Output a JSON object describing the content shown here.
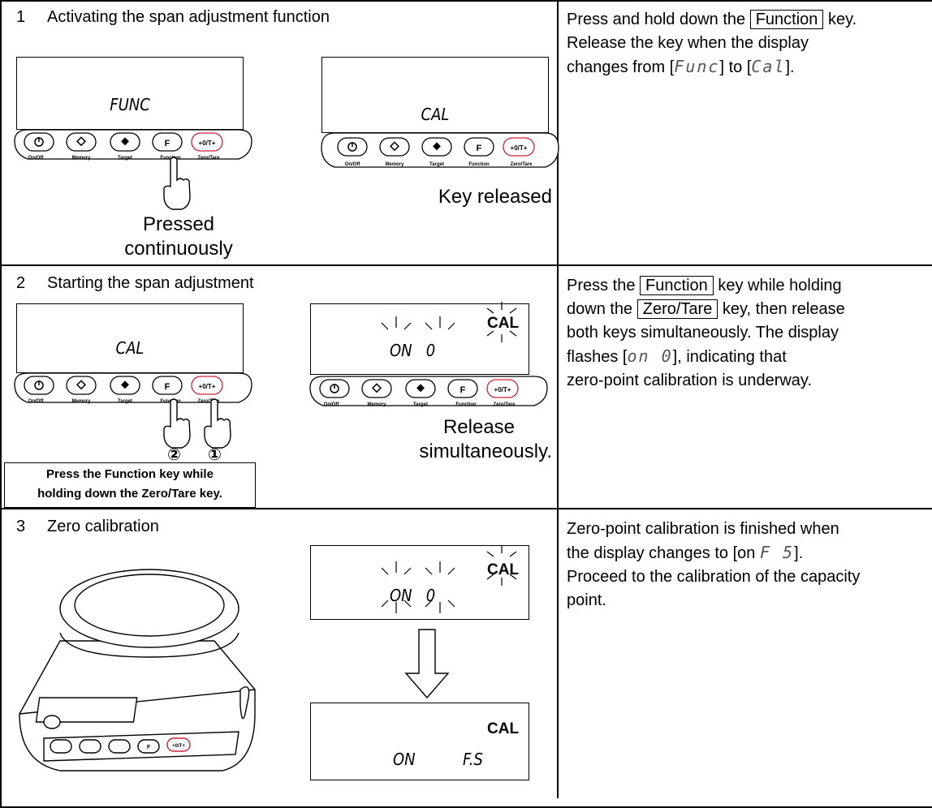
{
  "steps": [
    {
      "number": "1",
      "title": "Activating the span adjustment function",
      "desc_lines": {
        "l1_pre": "Press and hold down the ",
        "l1_key": "Function",
        "l1_post": " key.",
        "l2": "Release the key when the display",
        "l3_pre": "changes from [",
        "l3_seg1": "Func",
        "l3_mid": "] to [",
        "l3_seg2": "Cal",
        "l3_post": "]."
      },
      "display_left": "FUNC",
      "display_right": "CAL",
      "caption_pressed_1": "Pressed",
      "caption_pressed_2": "continuously",
      "caption_released": "Key released"
    },
    {
      "number": "2",
      "title": "Starting the span adjustment",
      "desc_lines": {
        "l1_pre": "Press the ",
        "l1_key": "Function",
        "l1_post": " key while holding",
        "l2_pre": "down the ",
        "l2_key": "Zero/Tare",
        "l2_post": " key, then release",
        "l3": "both keys simultaneously.  The display",
        "l4_pre": "flashes [",
        "l4_seg": "on  0",
        "l4_post": "], indicating that",
        "l5": "zero-point calibration is underway."
      },
      "display_left": "CAL",
      "display_right_main": "ON   0",
      "display_right_cal": "CAL",
      "marker_2": "②",
      "marker_1": "①",
      "caption_release_1": "Release",
      "caption_release_2": "simultaneously.",
      "note_line_1": "Press the Function key while",
      "note_line_2": "holding down the Zero/Tare key."
    },
    {
      "number": "3",
      "title": "Zero calibration",
      "desc_lines": {
        "l1": "Zero-point calibration is finished when",
        "l2_pre": "the display changes to [on  ",
        "l2_seg": "F  5",
        "l2_post": "].",
        "l3": "Proceed to the calibration of the capacity",
        "l4": "point."
      },
      "display_top_main": "ON   0",
      "display_top_cal": "CAL",
      "display_bottom_on": "ON",
      "display_bottom_fs": "F.S",
      "display_bottom_cal": "CAL"
    }
  ],
  "keypad": {
    "keys": [
      "On/Off",
      "Memory",
      "Target",
      "Function",
      "Zero/Tare"
    ],
    "f_key": "F",
    "zero_key": "+0/T+"
  },
  "colors": {
    "zero_key_ring": "#d0203a",
    "line": "#000000"
  }
}
